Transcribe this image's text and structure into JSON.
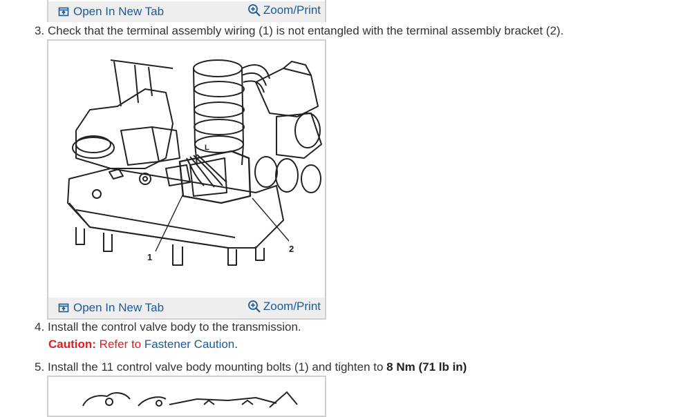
{
  "figure_bar": {
    "open_label": "Open In New Tab",
    "zoom_label": "Zoom/Print"
  },
  "steps": [
    {
      "number": "3.",
      "text": "Check that the terminal assembly wiring (1) is not entangled with the terminal assembly bracket (2)."
    },
    {
      "number": "4.",
      "text": "Install the control valve body to the transmission."
    },
    {
      "number": "5.",
      "text": "Install the 11 control valve body mounting bolts (1) and tighten to ",
      "bold": "8 Nm (71 lb in)"
    }
  ],
  "caution": {
    "label": "Caution:",
    "refer": " Refer to ",
    "link": "Fastener Caution",
    "end": "."
  },
  "figure": {
    "callouts": [
      "1",
      "2"
    ],
    "terminal_letter": "L"
  },
  "colors": {
    "link": "#1a5a9a",
    "caution": "#e31c1c",
    "bar_bg": "#eeeeee",
    "border": "#cfcfcf"
  }
}
